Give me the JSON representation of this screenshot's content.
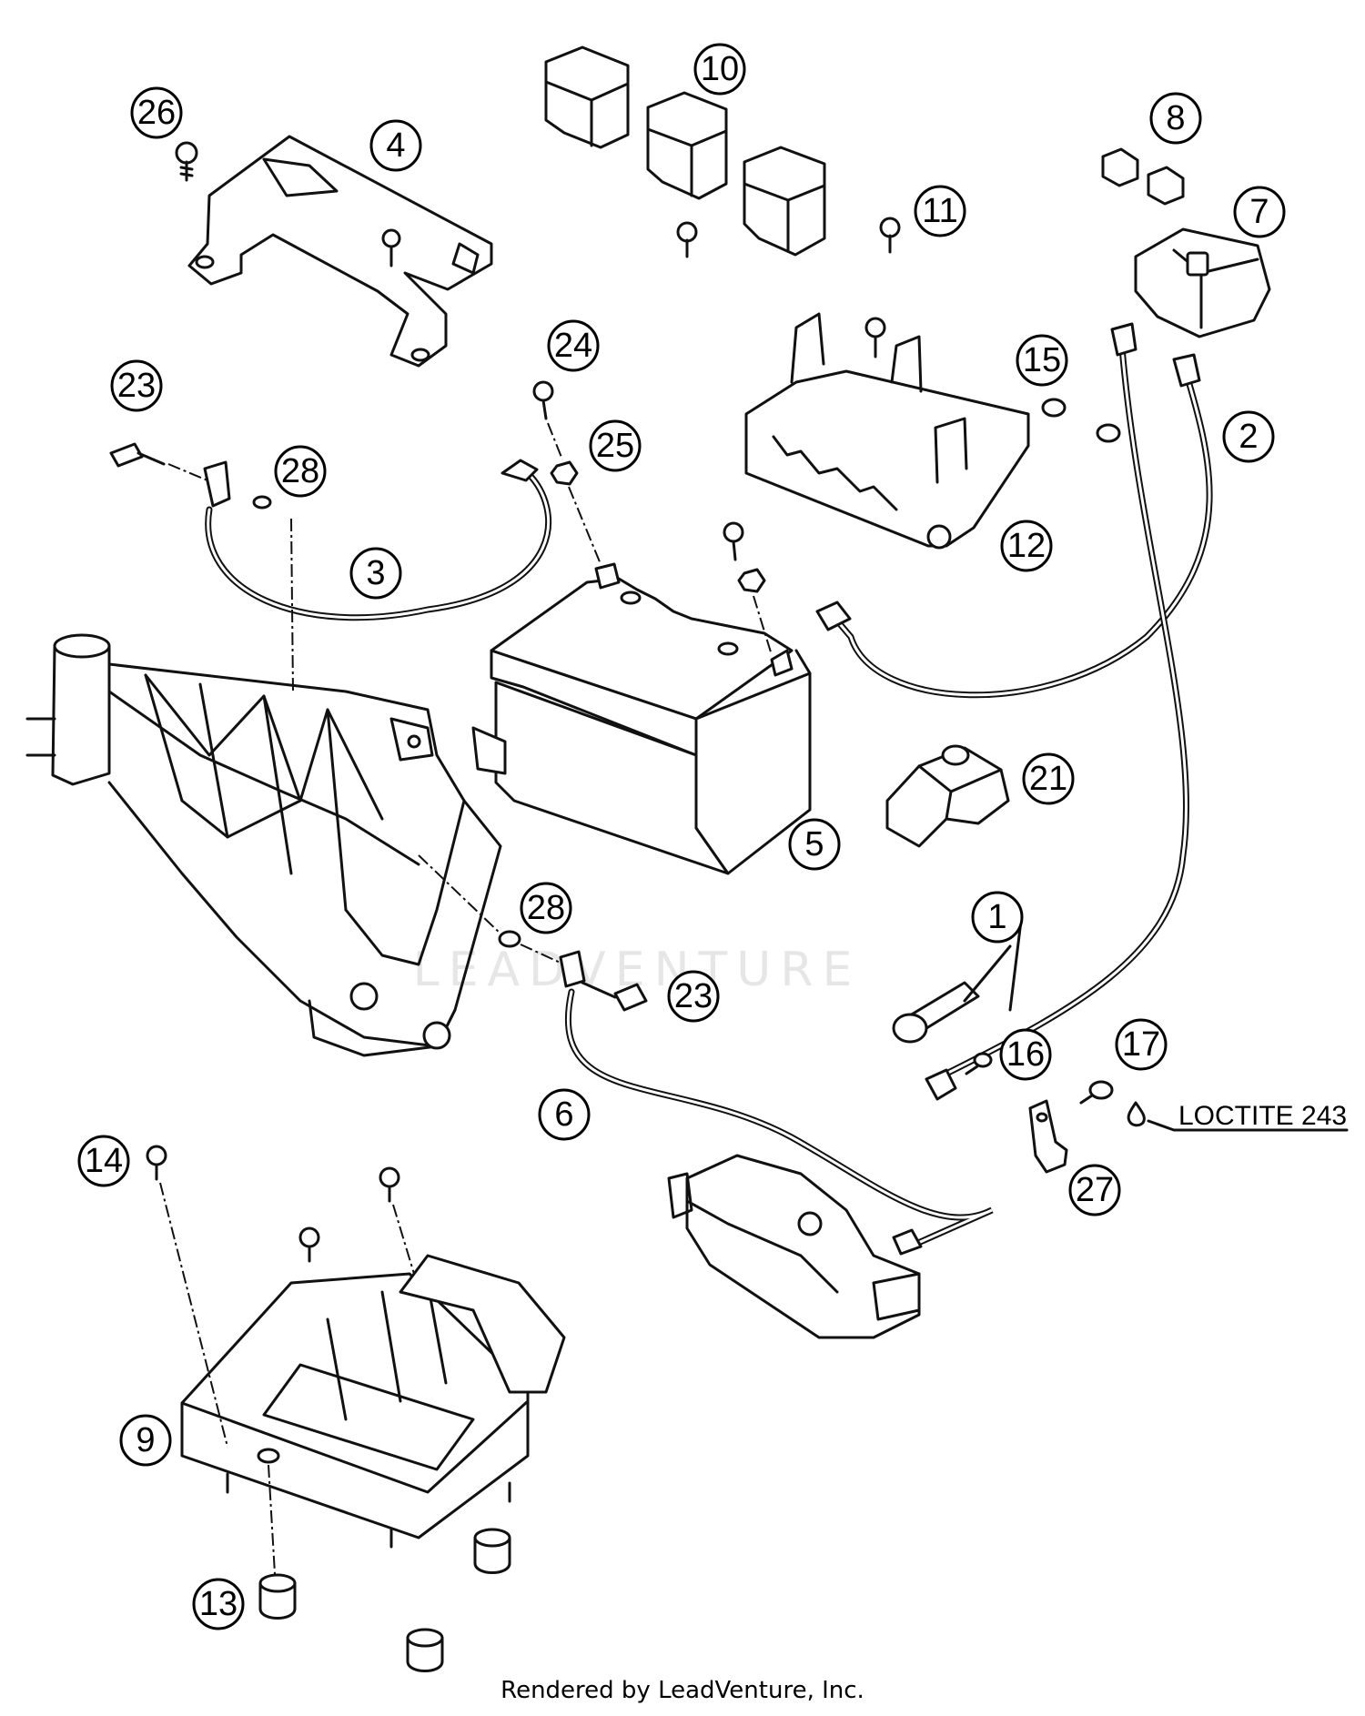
{
  "callouts": [
    {
      "id": "c1",
      "label": "1"
    },
    {
      "id": "c2",
      "label": "2"
    },
    {
      "id": "c3",
      "label": "3"
    },
    {
      "id": "c4",
      "label": "4"
    },
    {
      "id": "c5",
      "label": "5"
    },
    {
      "id": "c6",
      "label": "6"
    },
    {
      "id": "c7",
      "label": "7"
    },
    {
      "id": "c8",
      "label": "8"
    },
    {
      "id": "c9",
      "label": "9"
    },
    {
      "id": "c10",
      "label": "10"
    },
    {
      "id": "c11",
      "label": "11"
    },
    {
      "id": "c12",
      "label": "12"
    },
    {
      "id": "c13",
      "label": "13"
    },
    {
      "id": "c14",
      "label": "14"
    },
    {
      "id": "c15",
      "label": "15"
    },
    {
      "id": "c16",
      "label": "16"
    },
    {
      "id": "c17",
      "label": "17"
    },
    {
      "id": "c21",
      "label": "21"
    },
    {
      "id": "c23a",
      "label": "23"
    },
    {
      "id": "c23b",
      "label": "23"
    },
    {
      "id": "c24",
      "label": "24"
    },
    {
      "id": "c25",
      "label": "25"
    },
    {
      "id": "c26",
      "label": "26"
    },
    {
      "id": "c27",
      "label": "27"
    },
    {
      "id": "c28a",
      "label": "28"
    },
    {
      "id": "c28b",
      "label": "28"
    }
  ],
  "note": "LOCTITE 243",
  "watermark": "LEADVENTURE",
  "footer": "Rendered by LeadVenture, Inc."
}
